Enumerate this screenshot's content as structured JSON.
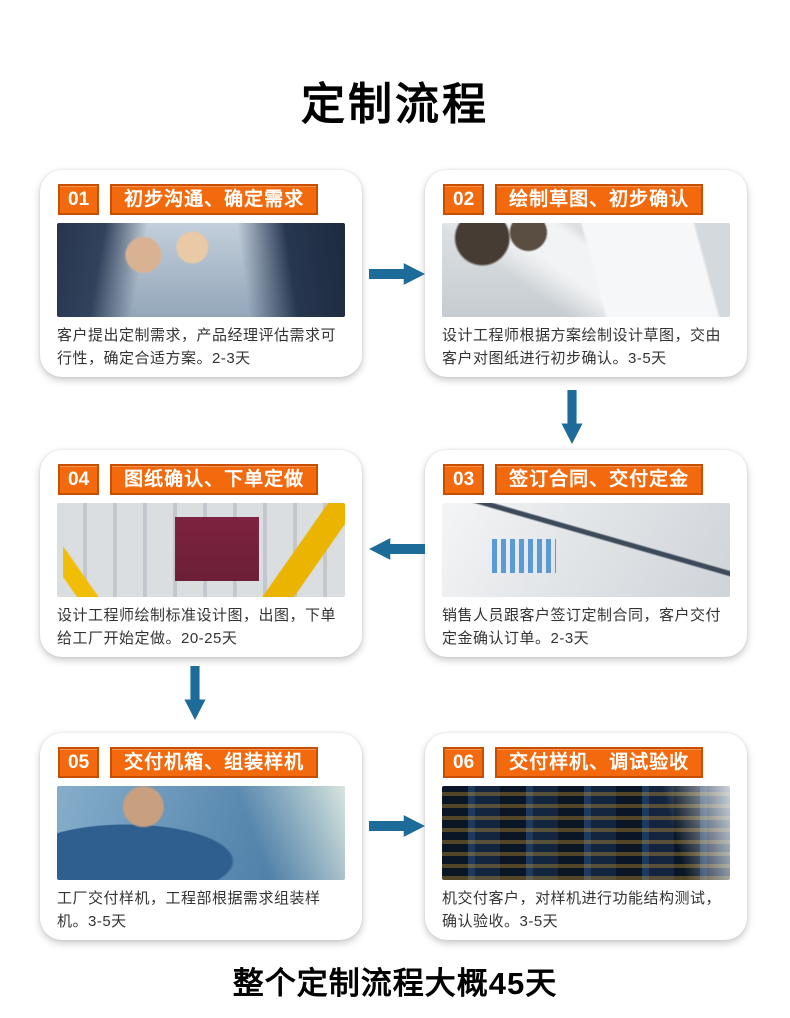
{
  "page": {
    "title": "定制流程",
    "footer": "整个定制流程大概45天"
  },
  "colors": {
    "step_header_orange": "#f26a0d",
    "step_header_border": "#c84e00",
    "arrow_blue": "#1d6b99"
  },
  "steps": [
    {
      "number": "01",
      "title": "初步沟通、确定需求",
      "description": "客户提出定制需求，产品经理评估需求可行性，确定合适方案。2-3天",
      "image": "business-meeting-photo"
    },
    {
      "number": "02",
      "title": "绘制草图、初步确认",
      "description": "设计工程师根据方案绘制设计草图，交由客户对图纸进行初步确认。3-5天",
      "image": "sketch-review-photo"
    },
    {
      "number": "03",
      "title": "签订合同、交付定金",
      "description": "销售人员跟客户签订定制合同，客户交付定金确认订单。2-3天",
      "image": "contract-signing-photo"
    },
    {
      "number": "04",
      "title": "图纸确认、下单定做",
      "description": "设计工程师绘制标准设计图，出图，下单给工厂开始定做。20-25天",
      "image": "factory-robot-photo"
    },
    {
      "number": "05",
      "title": "交付机箱、组装样机",
      "description": "工厂交付样机，工程部根据需求组装样机。3-5天",
      "image": "assembly-workers-photo"
    },
    {
      "number": "06",
      "title": "交付样机、调试验收",
      "description": "机交付客户，对样机进行功能结构测试，确认验收。3-5天",
      "image": "server-rack-photo"
    }
  ]
}
